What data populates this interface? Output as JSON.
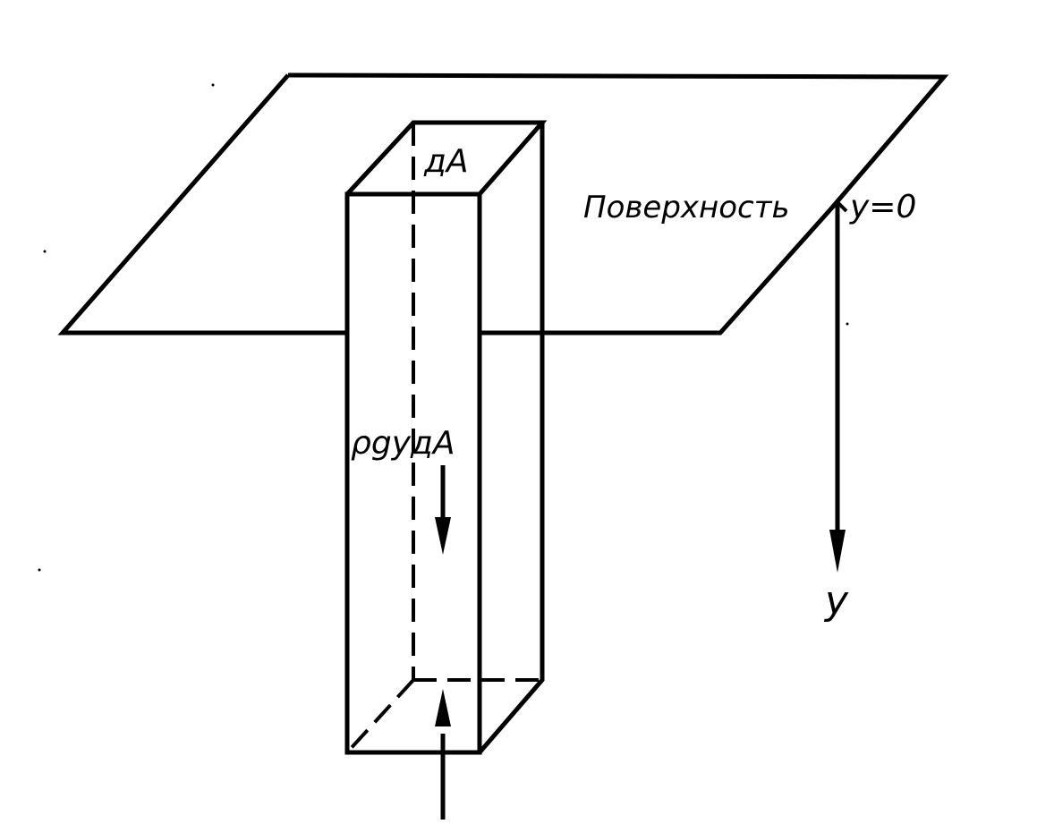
{
  "labels": {
    "top_face": "дA",
    "surface": "Поверхность",
    "origin": "y=0",
    "axis": "y",
    "weight": "ρgyдA"
  }
}
